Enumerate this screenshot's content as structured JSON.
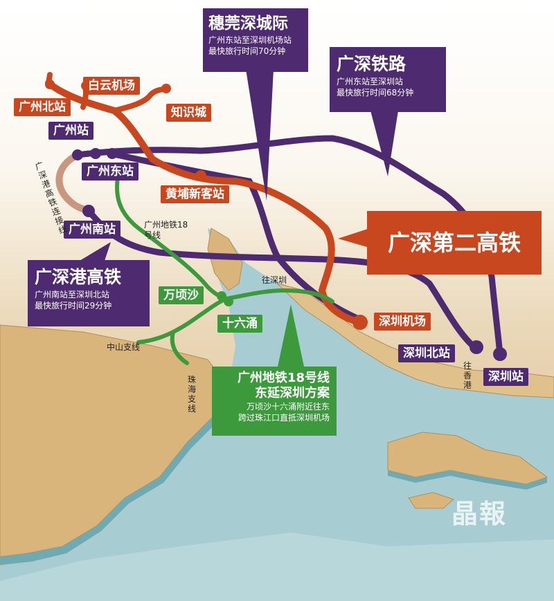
{
  "stations": {
    "guangzhou_north": "广州北站",
    "baiyun_airport": "白云机场",
    "zhishi_city": "知识城",
    "guangzhou": "广州站",
    "guangzhou_east": "广州东站",
    "huangpu": "黄埔新客站",
    "guangzhou_south": "广州南站",
    "wanqingsha": "万顷沙",
    "shiliuchong": "十六涌",
    "shenzhen_airport": "深圳机场",
    "shenzhen_north": "深圳北站",
    "shenzhen": "深圳站"
  },
  "callouts": {
    "suiguan": {
      "title": "穗莞深城际",
      "line1": "广州东站至深圳机场站",
      "line2": "最快旅行时间70分钟"
    },
    "guangshen_rail": {
      "title": "广深铁路",
      "line1": "广州东站至深圳站",
      "line2": "最快旅行时间68分钟"
    },
    "second_hsr": {
      "title": "广深第二高铁"
    },
    "gsh_hsr": {
      "title": "广深港高铁",
      "line1": "广州南站至深圳北站",
      "line2": "最快旅行时间29分钟"
    },
    "metro18": {
      "title1": "广州地铁18号线",
      "title2": "东延深圳方案",
      "line1": "万顷沙十六涌附近往东",
      "line2": "跨过珠江口直抵深圳机场"
    }
  },
  "notes": {
    "connector": "广深港高铁连接线",
    "metro18": "广州地铁18号线",
    "to_shenzhen": "往深圳",
    "zhongshan": "中山支线",
    "zhuhai": "珠海支线",
    "to_hk": "往香港"
  },
  "watermark": "晶報",
  "colors": {
    "red_line": "#c9471f",
    "purple_line": "#4e2a70",
    "green_line": "#3c9a3d",
    "connector_line": "#c9977f",
    "sea": "#a7cdd2",
    "land": "#d7b37e"
  }
}
